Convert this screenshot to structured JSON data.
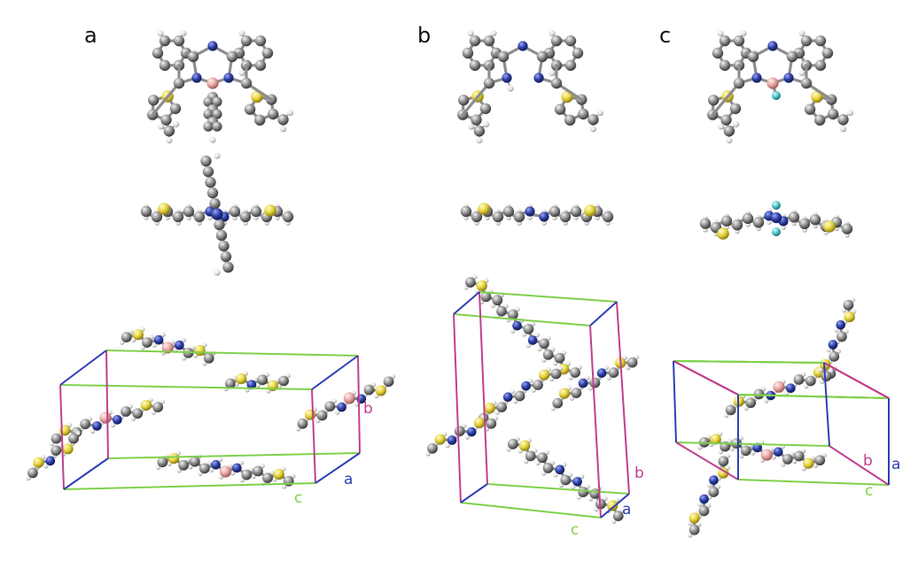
{
  "panels": [
    {
      "label": "a",
      "axes": {
        "a": "a",
        "b": "b",
        "c": "c"
      }
    },
    {
      "label": "b",
      "axes": {
        "a": "a",
        "b": "b",
        "c": "c"
      }
    },
    {
      "label": "c",
      "axes": {
        "a": "a",
        "b": "b",
        "c": "c"
      }
    }
  ],
  "colors": {
    "carbon": "#8a8a8a",
    "hydrogen": "#eeeeee",
    "nitrogen": "#2b3fa8",
    "boron": "#e8a5a5",
    "sulfur": "#e6d43a",
    "fluorine": "#4fc3c9",
    "axis_a": "#2f3fb5",
    "axis_b": "#c0408f",
    "axis_c": "#7fd14a"
  },
  "icons": [
    "molecule-ball-and-stick",
    "unit-cell-box"
  ]
}
